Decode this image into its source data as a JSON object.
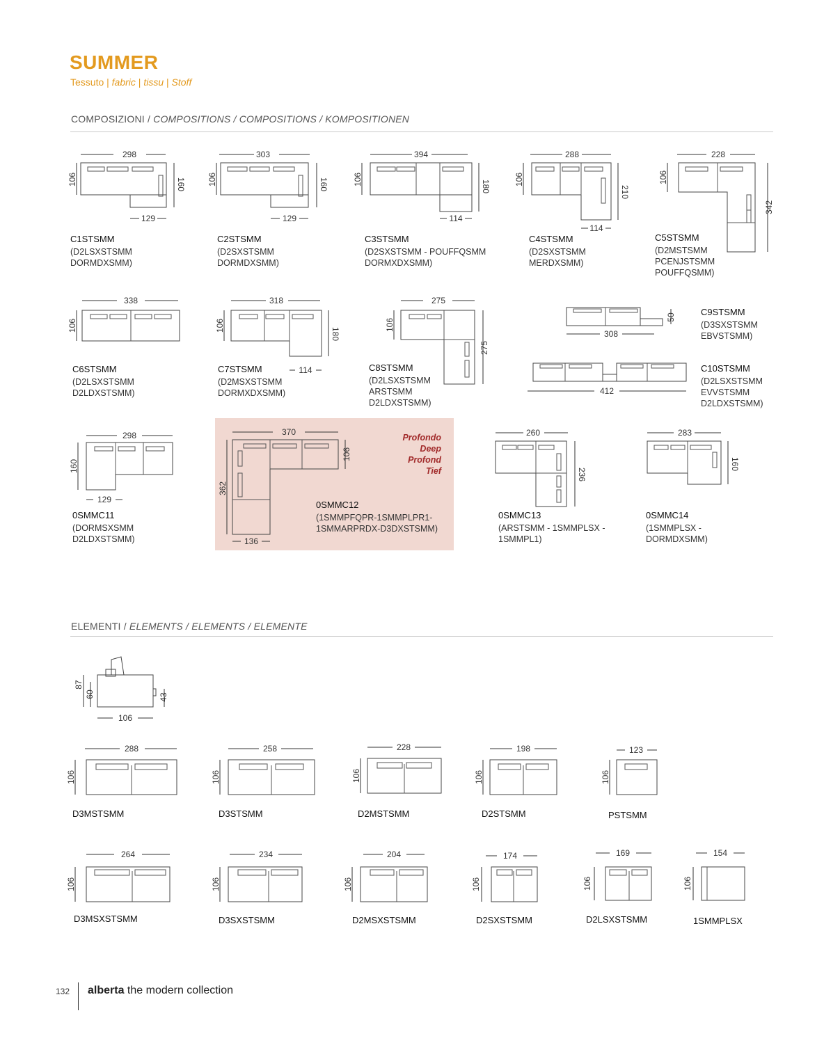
{
  "header": {
    "title": "SUMMER",
    "subtitle": {
      "a": "Tessuto",
      "b": "fabric",
      "c": "tissu",
      "d": "Stoff"
    }
  },
  "sections": {
    "compositions": {
      "a": "COMPOSIZIONI",
      "b": "COMPOSITIONS / COMPOSITIONS / KOMPOSITIONEN"
    },
    "elements": {
      "a": "ELEMENTI",
      "b": "ELEMENTS / ELEMENTS / ELEMENTE"
    }
  },
  "compositions": [
    {
      "code": "C1STSMM",
      "desc": "(D2LSXSTSMM\nDORMDXSMM)",
      "w": "298",
      "d": "106",
      "h": "160",
      "c": "129"
    },
    {
      "code": "C2STSMM",
      "desc": "(D2SXSTSMM\nDORMDXSMM)",
      "w": "303",
      "d": "106",
      "h": "160",
      "c": "129"
    },
    {
      "code": "C3STSMM",
      "desc": "(D2SXSTSMM - POUFFQSMM\nDORMXDXSMM)",
      "w": "394",
      "d": "106",
      "h": "180",
      "c": "114"
    },
    {
      "code": "C4STSMM",
      "desc": "(D2SXSTSMM\nMERDXSMM)",
      "w": "288",
      "d": "106",
      "h": "210",
      "c": "114"
    },
    {
      "code": "C5STSMM",
      "desc": "(D2MSTSMM\nPCENJSTSMM\nPOUFFQSMM)",
      "w": "228",
      "d": "106",
      "h": "342"
    },
    {
      "code": "C6STSMM",
      "desc": "(D2LSXSTSMM\nD2LDXSTSMM)",
      "w": "338",
      "d": "106"
    },
    {
      "code": "C7STSMM",
      "desc": "(D2MSXSTSMM\nDORMXDXSMM)",
      "w": "318",
      "d": "106",
      "h": "180",
      "c": "114"
    },
    {
      "code": "C8STSMM",
      "desc": "(D2LSXSTSMM\nARSTSMM\nD2LDXSTSMM)",
      "w": "275",
      "d": "106",
      "h": "275"
    },
    {
      "code": "C9STSMM",
      "desc": "(D3SXSTSMM\nEBVSTSMM)",
      "w": "308",
      "d": "50"
    },
    {
      "code": "C10STSMM",
      "desc": "(D2LSXSTSMM\nEVVSTSMM\nD2LDXSTSMM)",
      "w": "412"
    },
    {
      "code": "0SMMC11",
      "desc": "(DORMSXSMM\nD2LDXSTSMM)",
      "w": "298",
      "d": "160",
      "c": "129"
    },
    {
      "code": "0SMMC12",
      "desc": "(1SMMPFQPR-1SMMPLPR1-\n1SMMARPRDX-D3DXSTSMM)",
      "w": "370",
      "d": "106",
      "h": "362",
      "c": "136"
    },
    {
      "code": "0SMMC13",
      "desc": "(ARSTSMM - 1SMMPLSX -\n1SMMPL1)",
      "w": "260",
      "h": "236"
    },
    {
      "code": "0SMMC14",
      "desc": "(1SMMPLSX -\nDORMDXSMM)",
      "w": "283",
      "h": "160"
    }
  ],
  "deep_label": [
    "Profondo",
    "Deep",
    "Profond",
    "Tief"
  ],
  "side_view": {
    "h1": "87",
    "h2": "60",
    "h3": "43",
    "w": "106"
  },
  "elements": [
    {
      "code": "D3MSTSMM",
      "w": "288",
      "d": "106"
    },
    {
      "code": "D3STSMM",
      "w": "258",
      "d": "106"
    },
    {
      "code": "D2MSTSMM",
      "w": "228",
      "d": "106"
    },
    {
      "code": "D2STSMM",
      "w": "198",
      "d": "106"
    },
    {
      "code": "PSTSMM",
      "w": "123",
      "d": "106"
    },
    {
      "code": "D3MSXSTSMM",
      "w": "264",
      "d": "106"
    },
    {
      "code": "D3SXSTSMM",
      "w": "234",
      "d": "106"
    },
    {
      "code": "D2MSXSTSMM",
      "w": "204",
      "d": "106"
    },
    {
      "code": "D2SXSTSMM",
      "w": "174",
      "d": "106"
    },
    {
      "code": "D2LSXSTSMM",
      "w": "169",
      "d": "106"
    },
    {
      "code": "1SMMPLSX",
      "w": "154",
      "d": "106"
    }
  ],
  "footer": {
    "page": "132",
    "brand": "alberta",
    "tagline": "the modern collection"
  }
}
